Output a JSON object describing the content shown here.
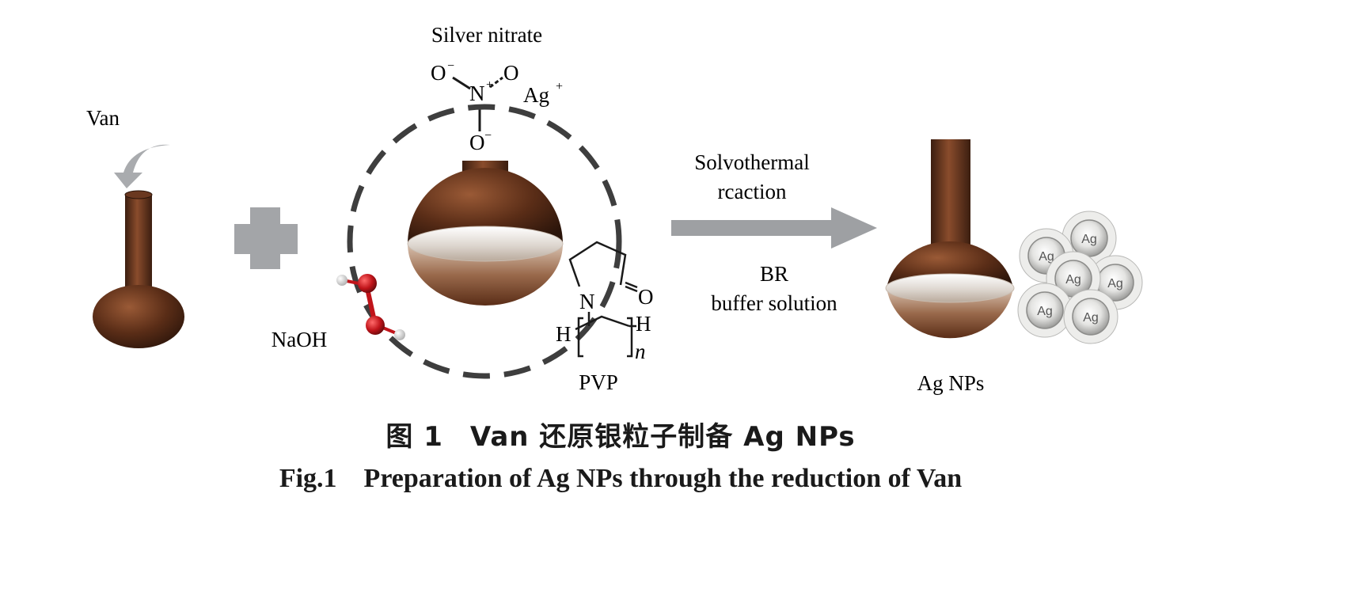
{
  "labels": {
    "van": "Van",
    "silver_nitrate": "Silver nitrate",
    "naoh": "NaOH",
    "pvp": "PVP",
    "step_top_1": "Solvothermal",
    "step_top_2": "rcaction",
    "step_bottom_1": "BR",
    "step_bottom_2": "buffer solution",
    "product": "Ag NPs"
  },
  "molecule": {
    "o_left": "O",
    "o_right": "O",
    "nitrogen": "N",
    "o_bottom": "O",
    "minus": "−",
    "plus": "+",
    "silver": "Ag",
    "silver_charge": "+",
    "pvp_n": "N",
    "pvp_o": "O",
    "pvp_h_left": "H",
    "pvp_h_right": "H",
    "pvp_subscript": "n"
  },
  "particle_label": "Ag",
  "caption": {
    "cn_figure": "图 1",
    "cn_text": "Van 还原银粒子制备 Ag NPs",
    "en_figure": "Fig.1",
    "en_text": "Preparation of Ag NPs through the reduction of Van"
  },
  "colors": {
    "flask_dark": "#3b1e10",
    "flask_mid": "#7a4226",
    "flask_light": "#c58a62",
    "liquid_light": "#ece8e3",
    "arrow_gray": "#9ea0a3",
    "oxygen_red": "#c0141a",
    "dash_gray": "#3e3e3e"
  }
}
